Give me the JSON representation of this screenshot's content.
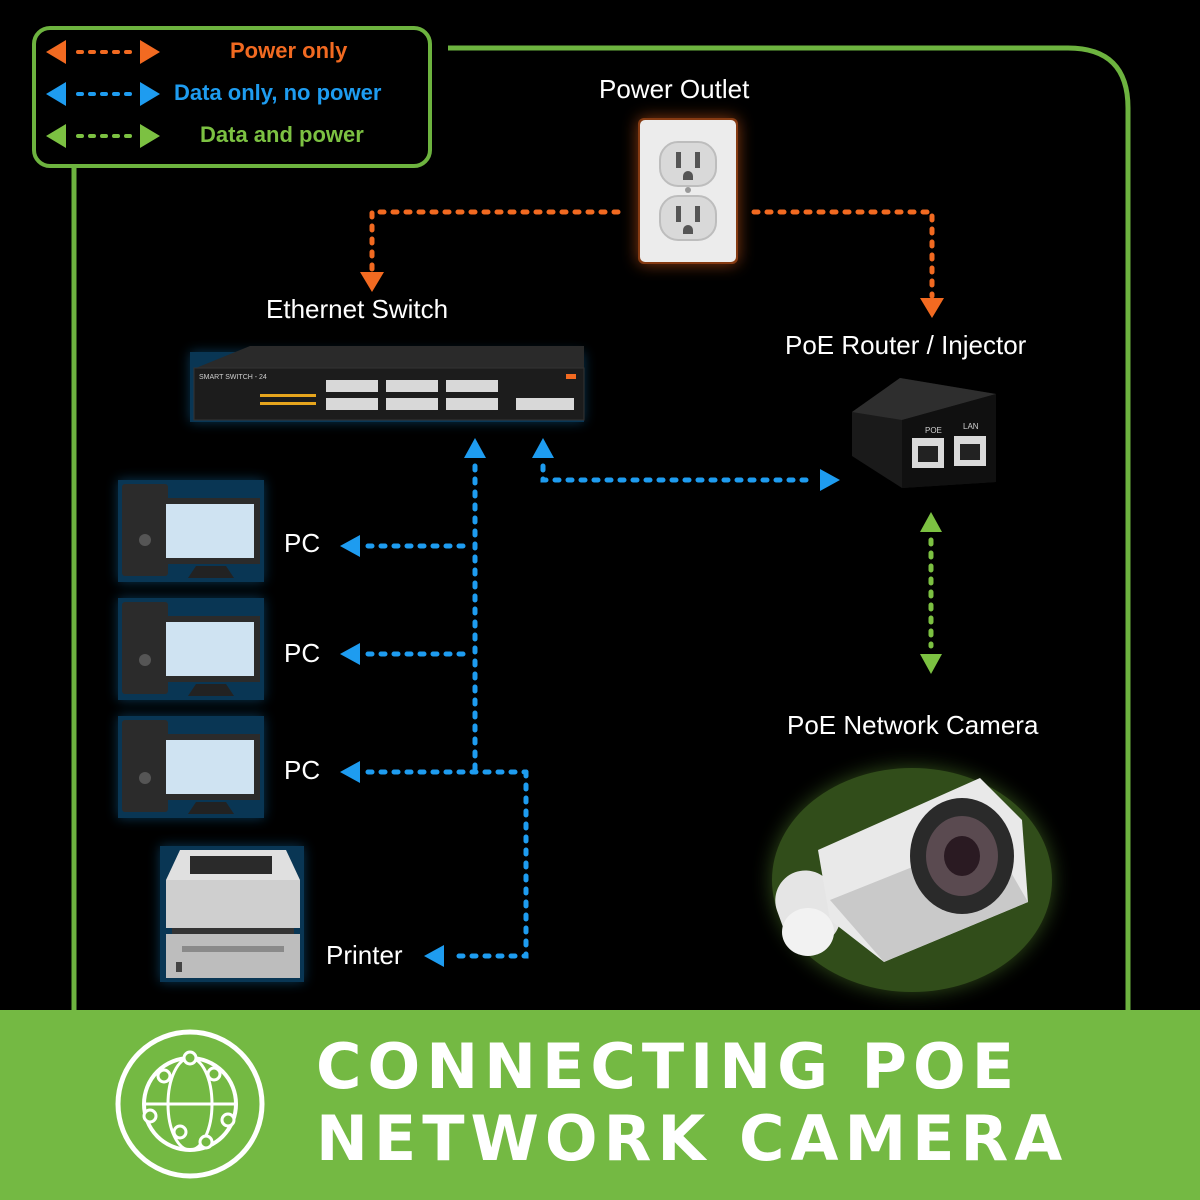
{
  "legend": {
    "items": [
      {
        "label": "Power only",
        "color": "#f26a21"
      },
      {
        "label": "Data only, no power",
        "color": "#1e9cf0"
      },
      {
        "label": "Data and power",
        "color": "#7cc142"
      }
    ]
  },
  "devices": {
    "power_outlet": "Power Outlet",
    "ethernet_switch": "Ethernet Switch",
    "switch_model": "SMART SWITCH - 24",
    "poe_injector": "PoE Router / Injector",
    "poe_port": "POE",
    "lan_port": "LAN",
    "pc_1": "PC",
    "pc_2": "PC",
    "pc_3": "PC",
    "printer": "Printer",
    "camera": "PoE Network Camera"
  },
  "title": {
    "line1": "CONNECTING POE",
    "line2": "NETWORK CAMERA"
  },
  "colors": {
    "background": "#000000",
    "frame_green": "#6db33f",
    "footer_green": "#74b943",
    "power": "#f26a21",
    "data": "#1e9cf0",
    "data_power": "#7cc142"
  }
}
